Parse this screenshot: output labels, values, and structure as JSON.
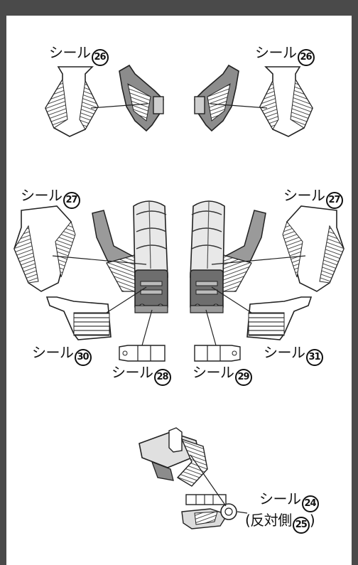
{
  "labels": {
    "seal26_left": {
      "text": "シール",
      "num": "26"
    },
    "seal26_right": {
      "text": "シール",
      "num": "26"
    },
    "seal27_left": {
      "text": "シール",
      "num": "27"
    },
    "seal27_right": {
      "text": "シール",
      "num": "27"
    },
    "seal30": {
      "text": "シール",
      "num": "30"
    },
    "seal31": {
      "text": "シール",
      "num": "31"
    },
    "seal28": {
      "text": "シール",
      "num": "28"
    },
    "seal29": {
      "text": "シール",
      "num": "29"
    },
    "seal24": {
      "text": "シール",
      "num": "24"
    },
    "seal25_prefix": "(反対側",
    "seal25_num": "25",
    "seal25_suffix": ")"
  }
}
